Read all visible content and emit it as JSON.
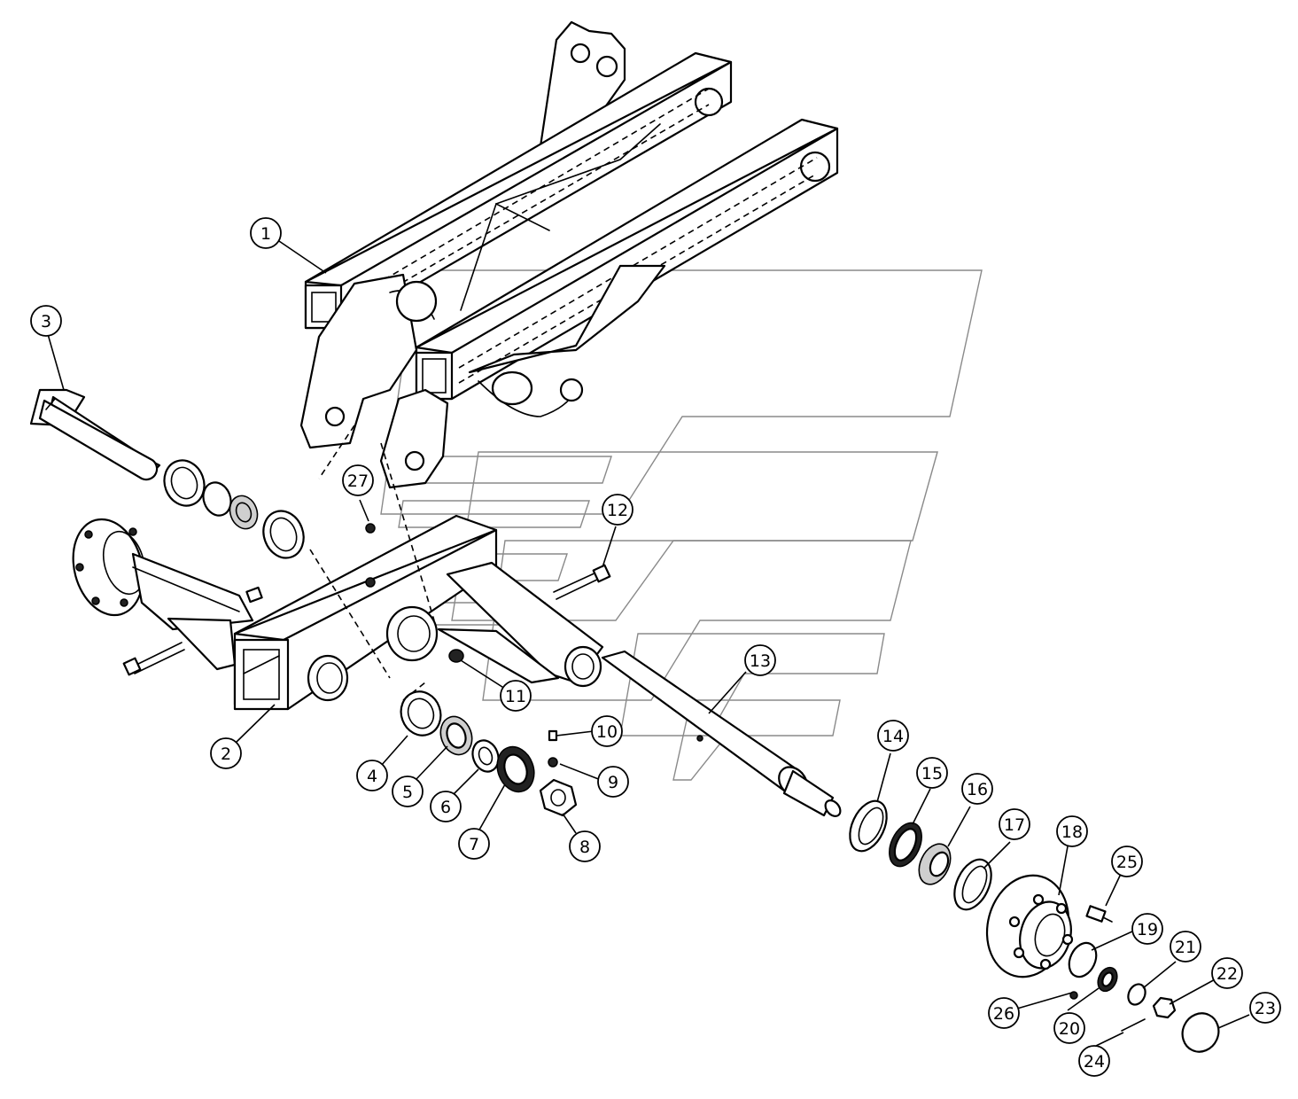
{
  "diagram": {
    "callouts": [
      {
        "number": "1",
        "part": "frame-arms"
      },
      {
        "number": "2",
        "part": "axle-beam"
      },
      {
        "number": "3",
        "part": "pivot-pin"
      },
      {
        "number": "4",
        "part": "bearing-cup"
      },
      {
        "number": "5",
        "part": "bearing-cone"
      },
      {
        "number": "6",
        "part": "washer"
      },
      {
        "number": "7",
        "part": "seal-ring"
      },
      {
        "number": "8",
        "part": "hex-nut"
      },
      {
        "number": "9",
        "part": "small-washer"
      },
      {
        "number": "10",
        "part": "small-bolt"
      },
      {
        "number": "11",
        "part": "nut"
      },
      {
        "number": "12",
        "part": "bolt"
      },
      {
        "number": "13",
        "part": "spindle"
      },
      {
        "number": "14",
        "part": "dust-ring"
      },
      {
        "number": "15",
        "part": "oil-seal"
      },
      {
        "number": "16",
        "part": "inner-bearing"
      },
      {
        "number": "17",
        "part": "bearing-race"
      },
      {
        "number": "18",
        "part": "wheel-hub"
      },
      {
        "number": "19",
        "part": "outer-race"
      },
      {
        "number": "20",
        "part": "outer-bearing"
      },
      {
        "number": "21",
        "part": "spindle-washer"
      },
      {
        "number": "22",
        "part": "castle-nut"
      },
      {
        "number": "23",
        "part": "hub-cap"
      },
      {
        "number": "24",
        "part": "cotter-pin"
      },
      {
        "number": "25",
        "part": "wheel-stud"
      },
      {
        "number": "26",
        "part": "grease-fitting"
      },
      {
        "number": "27",
        "part": "grease-nipple"
      }
    ]
  }
}
